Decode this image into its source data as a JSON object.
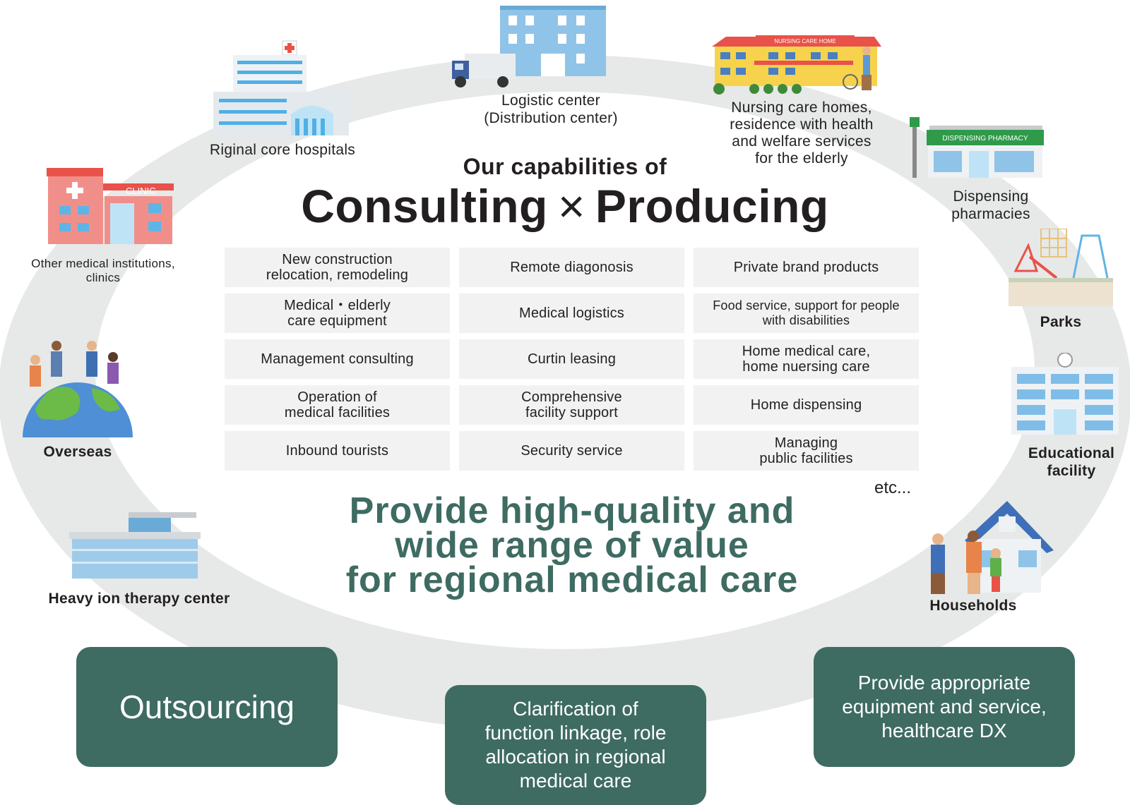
{
  "colors": {
    "ring": "#e6e9e8",
    "accent_green": "#3e6b62",
    "cell_bg": "#f2f2f2",
    "text_dark": "#231f20"
  },
  "heading": {
    "pre": "Our capabilities of",
    "left": "Consulting",
    "times": "×",
    "right": "Producing"
  },
  "places": {
    "logistic": "Logistic center\n(Distribution center)",
    "nursing": "Nursing care homes,\nresidence with health\nand welfare services\nfor the elderly",
    "hospitals": "Riginal core hospitals",
    "pharmacies": "Dispensing\npharmacies",
    "clinics": "Other medical institutions,\nclinics",
    "parks": "Parks",
    "overseas": "Overseas",
    "educational": "Educational\nfacility",
    "heavy_ion": "Heavy ion therapy center",
    "households": "Households"
  },
  "illustration_signs": {
    "clinic": "CLINIC",
    "nursing": "NURSING CARE HOME",
    "pharmacy": "DISPENSING PHARMACY"
  },
  "services": [
    "New construction\nrelocation, remodeling",
    "Remote diagonosis",
    "Private brand products",
    "Medical・elderly\ncare equipment",
    "Medical logistics",
    "Food service, support for people\nwith disabilities",
    "Management consulting",
    "Curtin leasing",
    "Home medical care,\nhome nuersing care",
    "Operation of\nmedical facilities",
    "Comprehensive\nfacility support",
    "Home dispensing",
    "Inbound tourists",
    "Security service",
    "Managing\npublic facilities"
  ],
  "etc": "etc...",
  "value_message": "Provide high-quality and\nwide range of value\nfor regional medical care",
  "boxes": {
    "outsourcing": "Outsourcing",
    "clarification": "Clarification of\nfunction linkage, role\nallocation in regional\nmedical care",
    "provide": "Provide appropriate\nequipment and service,\nhealthcare DX"
  }
}
